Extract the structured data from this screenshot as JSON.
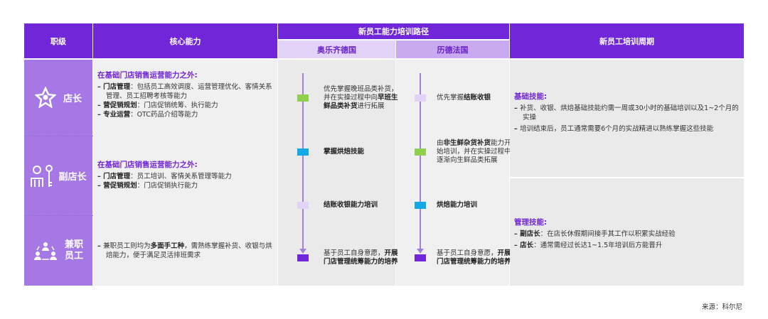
{
  "header": {
    "level": "职级",
    "core": "核心能力",
    "path": "新员工能力培训路径",
    "path_a": "奥乐齐德国",
    "path_b": "历德法国",
    "period": "新员工培训周期"
  },
  "rows": [
    {
      "level": "店长",
      "icon": "star-person-icon",
      "title": "在基础门店销售运营能力之外:",
      "items": [
        {
          "bold": "门店管理",
          "text": "：包括员工高效调度、运营管理优化、客情关系管理、员工招聘考核等能力"
        },
        {
          "bold": "营促销规划",
          "text": "：门店促销统筹、执行能力"
        },
        {
          "bold": "专业运营",
          "text": "：OTC药品介绍等能力"
        }
      ]
    },
    {
      "level": "副店长",
      "icon": "people-key-icon",
      "title": "在基础门店销售运营能力之外:",
      "items": [
        {
          "bold": "门店管理",
          "text": "：员工培训、客情关系管理等能力"
        },
        {
          "bold": "营促销规划",
          "text": "：门店促销执行能力"
        }
      ]
    },
    {
      "level": "兼职员工",
      "icon": "team-cycle-icon",
      "items": [
        {
          "pre": "兼职员工则均为",
          "bold": "多面手工种",
          "text": "，需熟练掌握补货、收银与烘焙能力，便于满足灵活排班需求"
        }
      ]
    }
  ],
  "path_a": [
    {
      "color": "#8fd14f",
      "pre": "优先掌握晚班品类补货，并在实操过程中向",
      "bold": "早班生鲜品类补货",
      "post": "进行拓展"
    },
    {
      "color": "#12a9e6",
      "pre": "",
      "bold": "掌握烘焙技能",
      "post": ""
    },
    {
      "color": "#e3d2f7",
      "pre": "",
      "bold": "结账收银能力培训",
      "post": ""
    },
    {
      "color": "#7126d9",
      "pre": "基于员工自身意愿，",
      "bold": "开展门店管理统筹能力的培养",
      "post": ""
    }
  ],
  "path_b": [
    {
      "color": "#e3d2f7",
      "pre": "优先掌握",
      "bold": "结账收银",
      "post": ""
    },
    {
      "color": "#8fd14f",
      "pre": "由",
      "bold": "非生鲜杂货补货",
      "post": "能力开始培训，并在实操过程中逐渐向生鲜品类拓展"
    },
    {
      "color": "#12a9e6",
      "pre": "",
      "bold": "烘焙能力培训",
      "post": ""
    },
    {
      "color": "#7126d9",
      "pre": "基于员工自身意愿，",
      "bold": "开展门店管理统筹能力的培养",
      "post": ""
    }
  ],
  "period": {
    "basic_title": "基础技能:",
    "basic_items": [
      "补货、收银、烘焙基础技能约需一周或30小时的基础培训以及1~2个月的实操",
      "培训结束后，员工通常需要6个月的实战精进以熟练掌握这些技能"
    ],
    "mgmt_title": "管理技能:",
    "mgmt_items": [
      {
        "bold": "副店长",
        "text": "：在店长休假期间接手其工作以积累实战经验"
      },
      {
        "bold": "店长",
        "text": "：通常需经过长达1~1.5年培训后方能晋升"
      }
    ]
  },
  "source": "来源：科尔尼"
}
